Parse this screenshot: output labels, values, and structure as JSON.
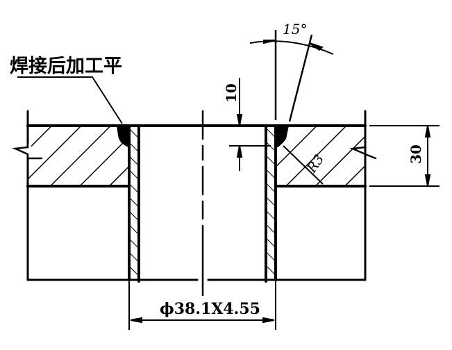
{
  "annotations": {
    "weld_note": "焊接后加工平",
    "angle": "15°",
    "depth_dim": "10",
    "thickness_dim": "30",
    "radius": "R3",
    "pipe_spec": "ϕ38.1X4.55"
  },
  "colors": {
    "line": "#000000",
    "background": "#ffffff"
  }
}
